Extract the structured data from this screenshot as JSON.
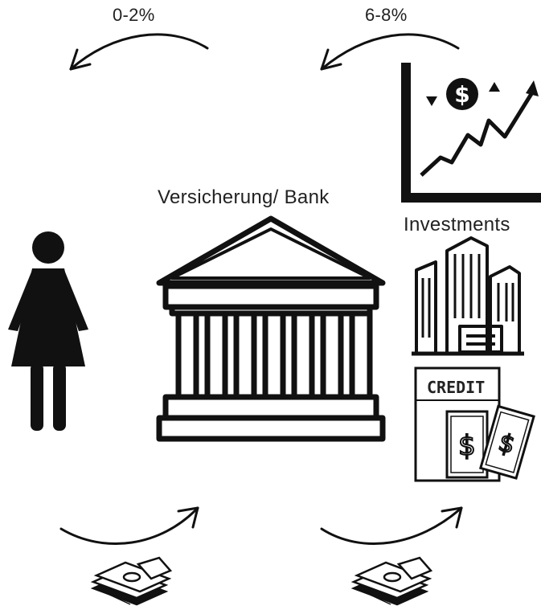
{
  "flow": {
    "return_low": "0-2%",
    "return_high": "6-8%"
  },
  "bank": {
    "label": "Versicherung/ Bank"
  },
  "investments": {
    "label": "Investments"
  },
  "credit_card": {
    "text": "CREDIT"
  },
  "icons": [
    "woman-icon",
    "bank-building-icon",
    "growth-chart-icon",
    "dollar-coin-icon",
    "office-buildings-icon",
    "credit-document-icon",
    "money-stack-icon",
    "curved-arrow-icon"
  ],
  "colors": {
    "ink": "#111111",
    "background": "#ffffff"
  }
}
